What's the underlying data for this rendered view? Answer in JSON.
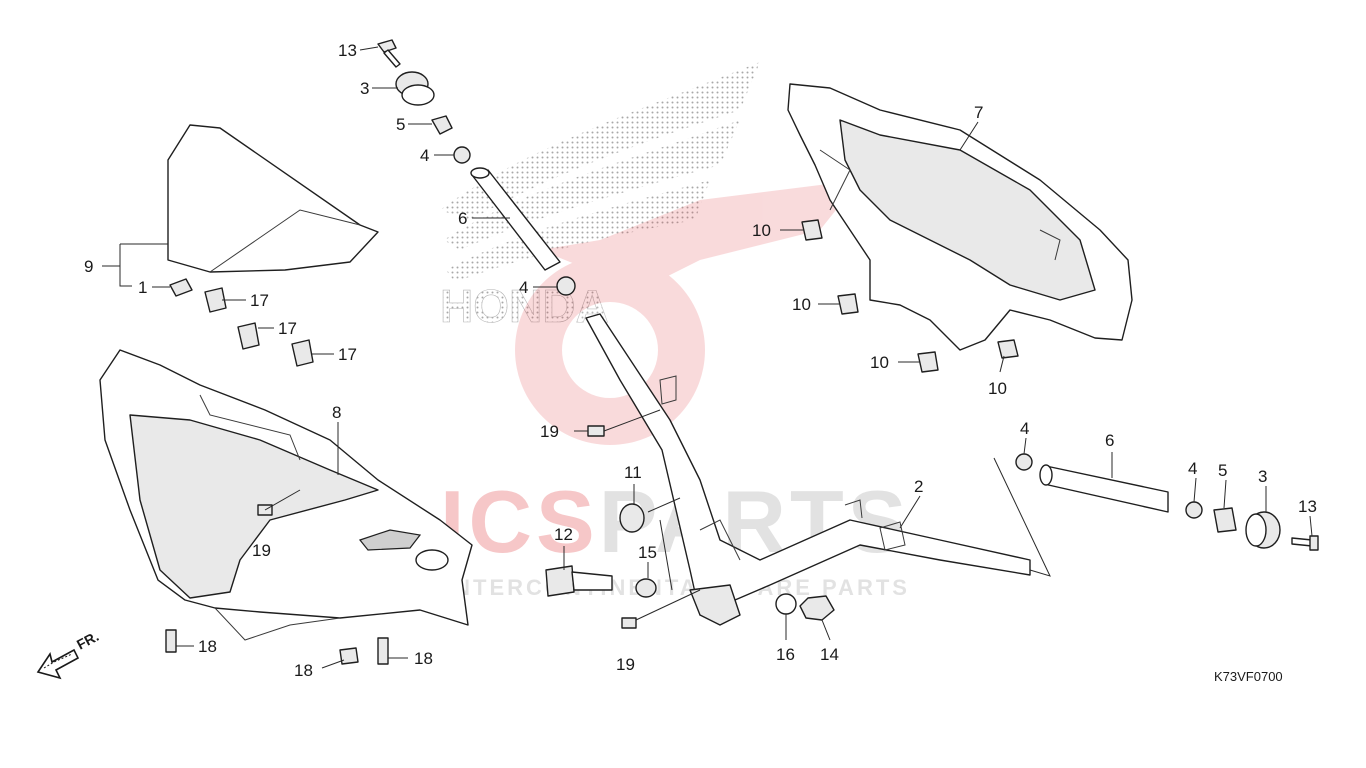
{
  "figure_code": "K73VF0700",
  "direction_label": "FR.",
  "watermark": {
    "brand": "HONDA",
    "logo_text": "ICSPARTS",
    "logo_text_accent": "ICS",
    "logo_text_rest": "PARTS",
    "tagline": "INTERCONTINENTAL SPARE PARTS",
    "accent_color": "#e0393e",
    "grey_color": "#9a9a9a"
  },
  "callouts": [
    {
      "id": "c13a",
      "text": "13"
    },
    {
      "id": "c3a",
      "text": "3"
    },
    {
      "id": "c5a",
      "text": "5"
    },
    {
      "id": "c4a",
      "text": "4"
    },
    {
      "id": "c6a",
      "text": "6"
    },
    {
      "id": "c4b",
      "text": "4"
    },
    {
      "id": "c9",
      "text": "9"
    },
    {
      "id": "c1",
      "text": "1"
    },
    {
      "id": "c17a",
      "text": "17"
    },
    {
      "id": "c17b",
      "text": "17"
    },
    {
      "id": "c17c",
      "text": "17"
    },
    {
      "id": "c8",
      "text": "8"
    },
    {
      "id": "c19a",
      "text": "19"
    },
    {
      "id": "c19b",
      "text": "19"
    },
    {
      "id": "c19c",
      "text": "19"
    },
    {
      "id": "c18a",
      "text": "18"
    },
    {
      "id": "c18b",
      "text": "18"
    },
    {
      "id": "c18c",
      "text": "18"
    },
    {
      "id": "c11",
      "text": "11"
    },
    {
      "id": "c12",
      "text": "12"
    },
    {
      "id": "c15",
      "text": "15"
    },
    {
      "id": "c16",
      "text": "16"
    },
    {
      "id": "c14",
      "text": "14"
    },
    {
      "id": "c2",
      "text": "2"
    },
    {
      "id": "c7",
      "text": "7"
    },
    {
      "id": "c10a",
      "text": "10"
    },
    {
      "id": "c10b",
      "text": "10"
    },
    {
      "id": "c10c",
      "text": "10"
    },
    {
      "id": "c10d",
      "text": "10"
    },
    {
      "id": "c4c",
      "text": "4"
    },
    {
      "id": "c6b",
      "text": "6"
    },
    {
      "id": "c4d",
      "text": "4"
    },
    {
      "id": "c5b",
      "text": "5"
    },
    {
      "id": "c3b",
      "text": "3"
    },
    {
      "id": "c13b",
      "text": "13"
    }
  ]
}
